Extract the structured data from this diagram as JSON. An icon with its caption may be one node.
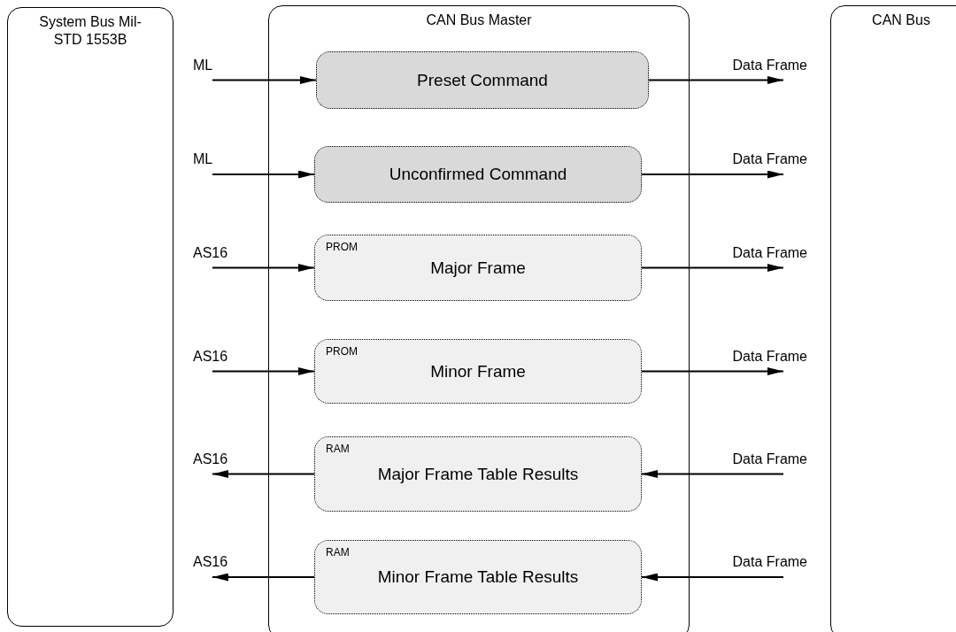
{
  "diagram": {
    "nodes": [
      {
        "text": [
          "System Bus Mil-STD 1553B"
        ]
      },
      {
        "text": [
          "CAN Bus Master"
        ]
      },
      {
        "text": [
          "CAN Bus"
        ]
      },
      {
        "text": [
          "Preset Command"
        ],
        "in": 1
      },
      {
        "text": [
          "Unconfirmed Command"
        ],
        "in": 1
      },
      {
        "text": [
          "PROM",
          "Major Frame"
        ],
        "in": 1
      },
      {
        "text": [
          "PROM",
          "Minor Frame"
        ],
        "in": 1
      },
      {
        "text": [
          "RAM",
          "Major Frame Table Results"
        ],
        "in": 1
      },
      {
        "text": [
          "RAM",
          "Minor Frame Table Results"
        ],
        "in": 1
      }
    ],
    "edges": [
      {
        "from": null,
        "to": 3,
        "arrow": "to",
        "label": "ML"
      },
      {
        "from": 3,
        "to": null,
        "arrow": "to",
        "label": "Data Frame"
      },
      {
        "from": null,
        "to": 4,
        "arrow": "to",
        "label": "ML"
      },
      {
        "from": 4,
        "to": null,
        "arrow": "to",
        "label": "Data Frame"
      },
      {
        "from": null,
        "to": 5,
        "arrow": "to",
        "label": "AS16"
      },
      {
        "from": 5,
        "to": null,
        "arrow": "to",
        "label": "Data Frame"
      },
      {
        "from": null,
        "to": 6,
        "arrow": "to",
        "label": "AS16"
      },
      {
        "from": 6,
        "to": null,
        "arrow": "to",
        "label": "Data Frame"
      },
      {
        "from": 7,
        "to": null,
        "arrow": "to",
        "label": "AS16"
      },
      {
        "from": null,
        "to": 7,
        "arrow": "to",
        "label": "Data Frame"
      },
      {
        "from": 8,
        "to": null,
        "arrow": "to",
        "label": "AS16"
      },
      {
        "from": null,
        "to": 8,
        "arrow": "to",
        "label": "Data Frame"
      }
    ]
  }
}
